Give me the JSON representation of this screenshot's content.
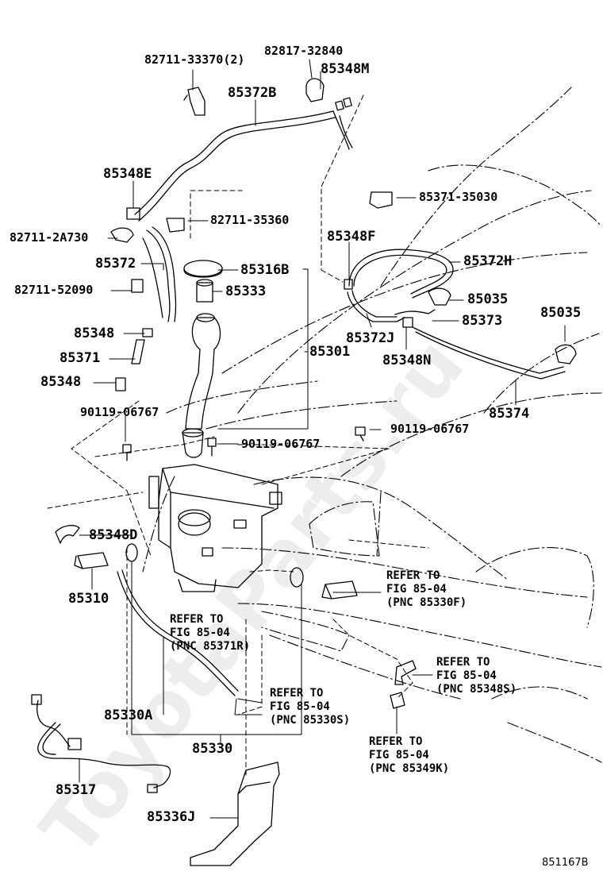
{
  "diagram_code": "851167B",
  "watermark": "ToyotaParts.ru",
  "parts": {
    "p82711_33370": "82711-33370(2)",
    "p82817_32840": "82817-32840",
    "p85348M": "85348M",
    "p85372B": "85372B",
    "p85348E": "85348E",
    "p82711_35360": "82711-35360",
    "p82711_2A730": "82711-2A730",
    "p85372": "85372",
    "p85316B": "85316B",
    "p82711_52090": "82711-52090",
    "p85333": "85333",
    "p85348": "85348",
    "p85371": "85371",
    "p85348b": "85348",
    "p85301": "85301",
    "p90119_06767_a": "90119-06767",
    "p90119_06767_b": "90119-06767",
    "p90119_06767_c": "90119-06767",
    "p85371_35030": "85371-35030",
    "p85348F": "85348F",
    "p85372H": "85372H",
    "p85035_a": "85035",
    "p85035_b": "85035",
    "p85372J": "85372J",
    "p85373": "85373",
    "p85348N": "85348N",
    "p85374": "85374",
    "p85348D": "85348D",
    "p85310": "85310",
    "p85330A": "85330A",
    "p85330": "85330",
    "p85317": "85317",
    "p85336J": "85336J"
  },
  "references": {
    "r85371R": [
      "REFER TO",
      "FIG 85-04",
      "(PNC 85371R)"
    ],
    "r85330F": [
      "REFER TO",
      "FIG 85-04",
      "(PNC 85330F)"
    ],
    "r85330S": [
      "REFER TO",
      "FIG 85-04",
      "(PNC 85330S)"
    ],
    "r85348S": [
      "REFER TO",
      "FIG 85-04",
      "(PNC 85348S)"
    ],
    "r85349K": [
      "REFER TO",
      "FIG 85-04",
      "(PNC 85349K)"
    ]
  }
}
